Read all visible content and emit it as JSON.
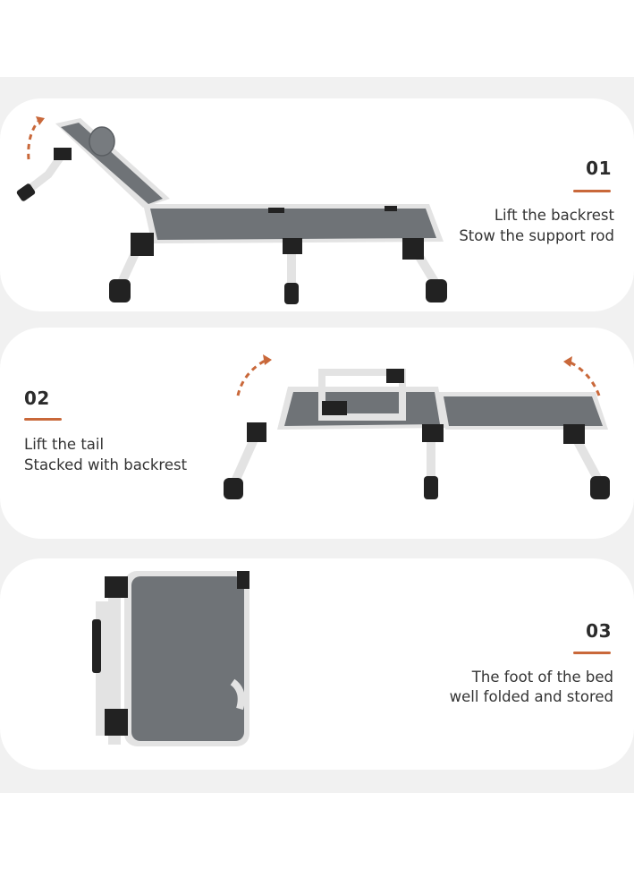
{
  "steps": [
    {
      "number": "01",
      "line1": "Lift the backrest",
      "line2": "Stow the support rod"
    },
    {
      "number": "02",
      "line1": "Lift the tail",
      "line2": "Stacked with backrest"
    },
    {
      "number": "03",
      "line1": "The foot of the bed",
      "line2": "well folded and stored"
    }
  ],
  "colors": {
    "accent": "#c9683a",
    "fabric": "#6f7377",
    "frame": "#e3e3e3",
    "bracket": "#222222",
    "background": "#f1f1f1"
  }
}
